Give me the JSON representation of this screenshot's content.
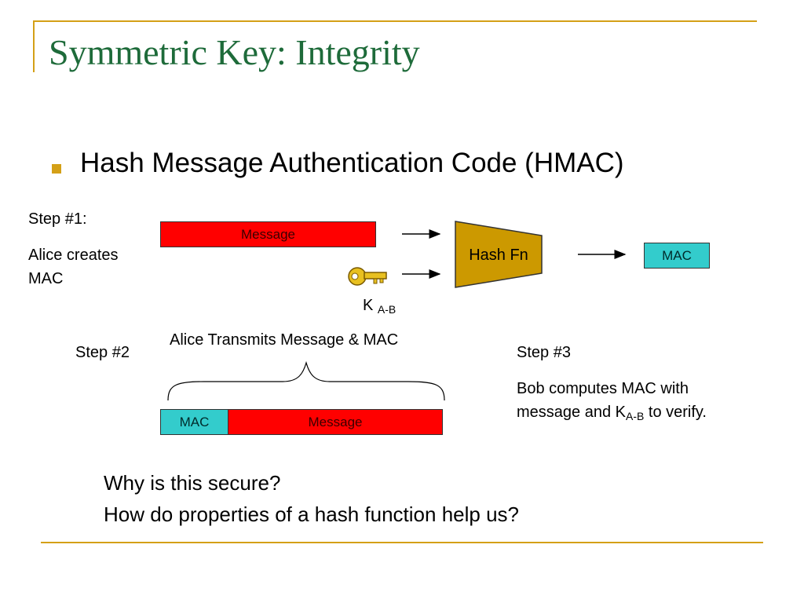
{
  "title": "Symmetric Key: Integrity",
  "bullet": "Hash Message Authentication Code (HMAC)",
  "step1": {
    "label": "Step #1:",
    "desc_line1": "Alice creates",
    "desc_line2": "MAC",
    "message_label": "Message",
    "hash_label": "Hash Fn",
    "mac_label": "MAC",
    "key_label": "K",
    "key_sub": "A-B"
  },
  "step2": {
    "label": "Step #2",
    "transmit_label": "Alice Transmits Message & MAC",
    "mac_label": "MAC",
    "message_label": "Message"
  },
  "step3": {
    "label": "Step #3",
    "line1": "Bob computes MAC with",
    "line2_prefix": "message and K",
    "line2_sub": "A-B",
    "line2_suffix": " to verify."
  },
  "questions": {
    "q1": "Why is this secure?",
    "q2": "How do properties of a hash function help us?"
  },
  "colors": {
    "accent": "#d4a017",
    "title": "#1e6b3a",
    "message_box": "#ff0000",
    "mac_box": "#33cccc",
    "hash_fn": "#cc9900",
    "key": "#e8c020"
  }
}
